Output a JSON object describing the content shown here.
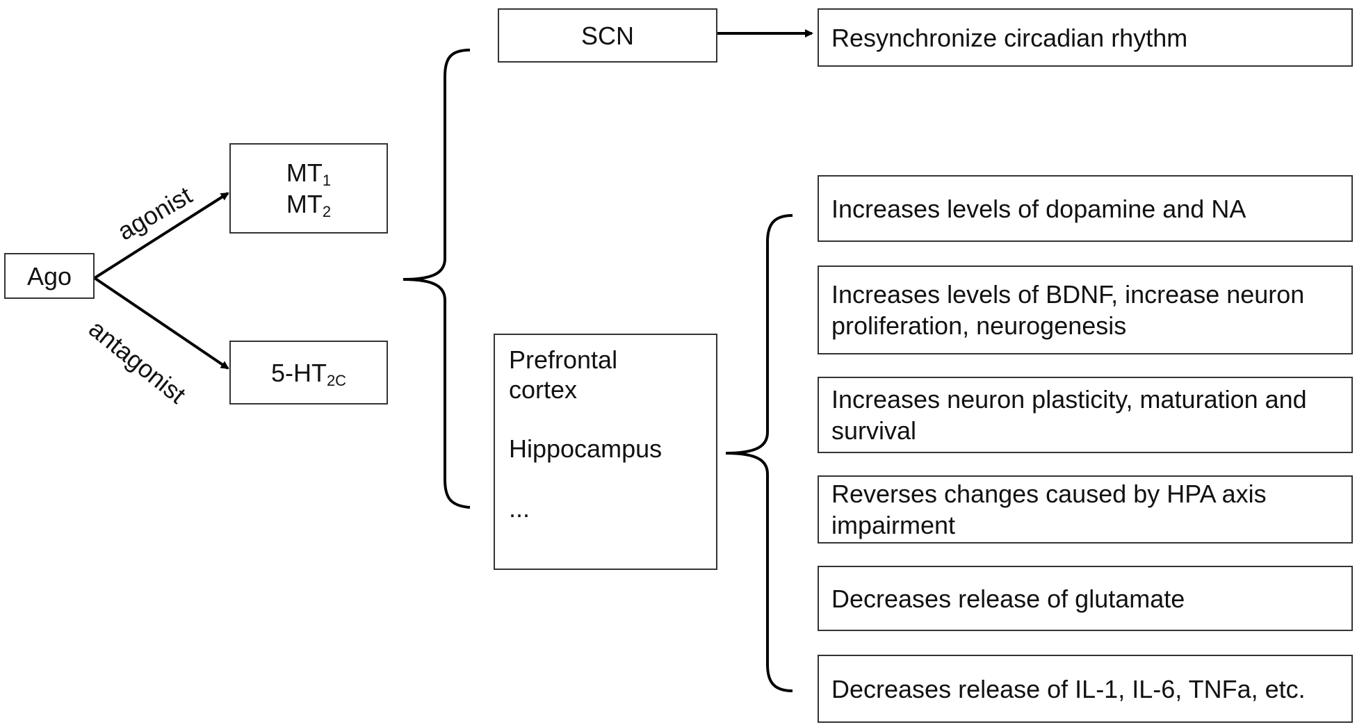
{
  "nodes": {
    "ago": "Ago",
    "mt1": "MT",
    "mt1_sub": "1",
    "mt2": "MT",
    "mt2_sub": "2",
    "ht": "5-HT",
    "ht_sub": "2C",
    "scn": "SCN",
    "regions": {
      "prefrontal_line1": "Prefrontal",
      "prefrontal_line2": "cortex",
      "hippocampus": "Hippocampus",
      "ellipsis": "..."
    }
  },
  "edges": {
    "agonist": "agonist",
    "antagonist": "antagonist"
  },
  "effects": {
    "scn_effect": "Resynchronize circadian rhythm",
    "items": [
      "Increases levels of dopamine and NA",
      "Increases levels of BDNF, increase neuron proliferation, neurogenesis",
      "Increases neuron plasticity, maturation and survival",
      "Reverses changes caused by HPA axis impairment",
      "Decreases release of glutamate",
      "Decreases release of IL-1, IL-6, TNFa, etc."
    ]
  }
}
